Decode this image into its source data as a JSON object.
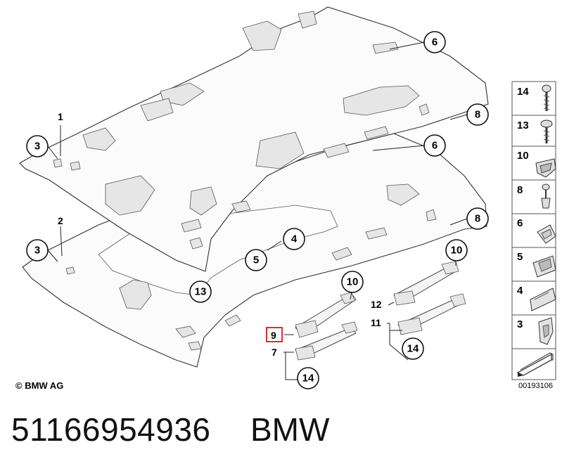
{
  "callouts": {
    "c1": "1",
    "c2": "2",
    "c3a": "3",
    "c3b": "3",
    "c4": "4",
    "c5": "5",
    "c6a": "6",
    "c6b": "6",
    "c7": "7",
    "c8a": "8",
    "c8b": "8",
    "c9": "9",
    "c10a": "10",
    "c10b": "10",
    "c11": "11",
    "c12": "12",
    "c13": "13",
    "c14a": "14",
    "c14b": "14"
  },
  "legend": {
    "l14": "14",
    "l13": "13",
    "l10": "10",
    "l8": "8",
    "l6": "6",
    "l5": "5",
    "l4": "4",
    "l3": "3"
  },
  "copyright": "© BMW AG",
  "doc_id": "00193106",
  "part_number": "51166954936",
  "brand": "BMW",
  "colors": {
    "highlight": "#cc0000",
    "line": "#222222"
  }
}
